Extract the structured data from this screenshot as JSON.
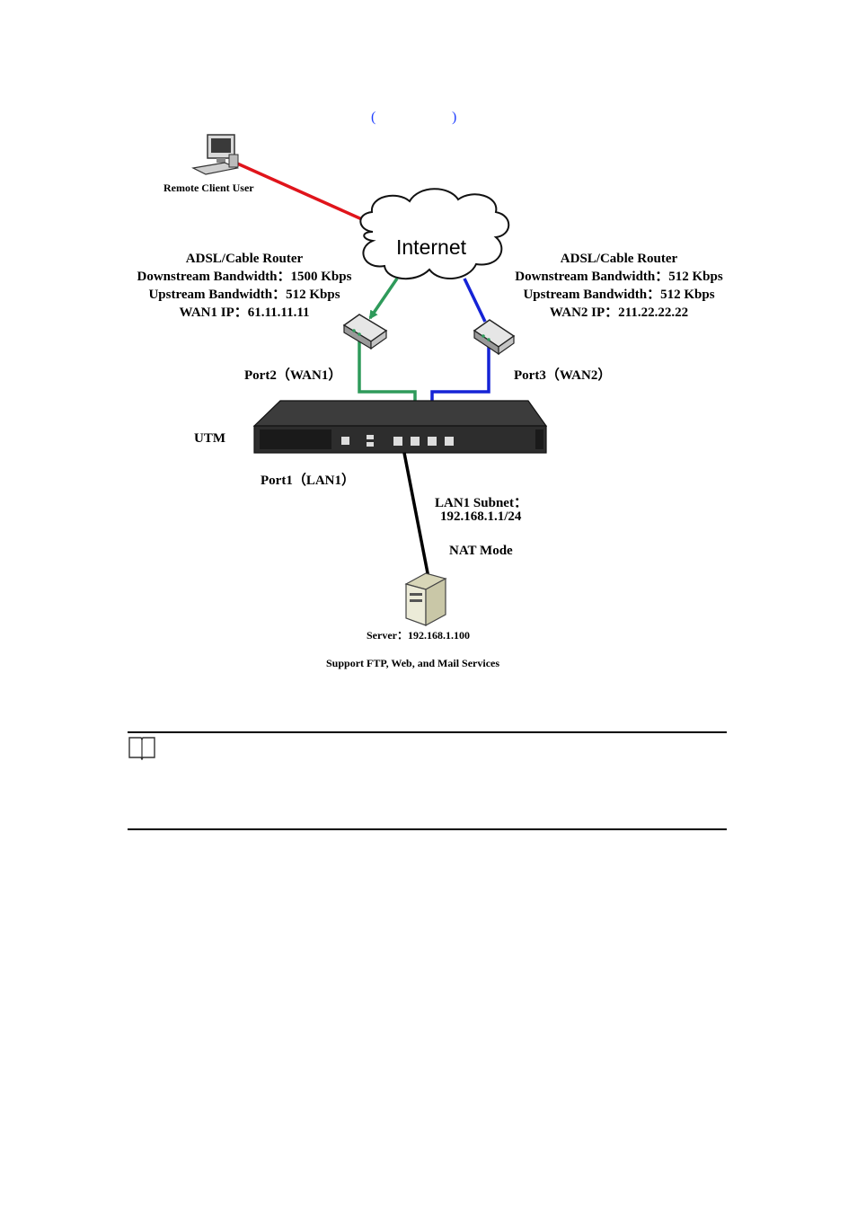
{
  "caption": {
    "open_paren": "(",
    "close_paren": ")"
  },
  "nodes": {
    "remote_client": "Remote Client User",
    "internet": "Internet",
    "utm": "UTM",
    "server": "Server：192.168.1.100",
    "services": "Support FTP, Web, and Mail Services"
  },
  "router1": {
    "title": "ADSL/Cable Router",
    "downstream": "Downstream Bandwidth：1500 Kbps",
    "upstream": "Upstream Bandwidth：512 Kbps",
    "ip": "WAN1 IP：61.11.11.11"
  },
  "router2": {
    "title": "ADSL/Cable Router",
    "downstream": "Downstream Bandwidth：512 Kbps",
    "upstream": "Upstream Bandwidth：512 Kbps",
    "ip": "WAN2 IP：211.22.22.22"
  },
  "ports": {
    "port2": "Port2（WAN1）",
    "port3": "Port3（WAN2）",
    "port1": "Port1（LAN1）"
  },
  "lan": {
    "subnet_label": "LAN1 Subnet：",
    "subnet_value": "192.168.1.1/24",
    "mode": "NAT Mode"
  },
  "colors": {
    "client_link": "#e0141b",
    "wan1_link": "#2e9a5a",
    "wan2_link": "#1523d6",
    "lan_link": "#000000",
    "paren": "#1f3fff"
  },
  "icons": [
    "computer-icon",
    "cloud-icon",
    "router-icon",
    "utm-appliance-icon",
    "server-icon",
    "book-note-icon"
  ]
}
